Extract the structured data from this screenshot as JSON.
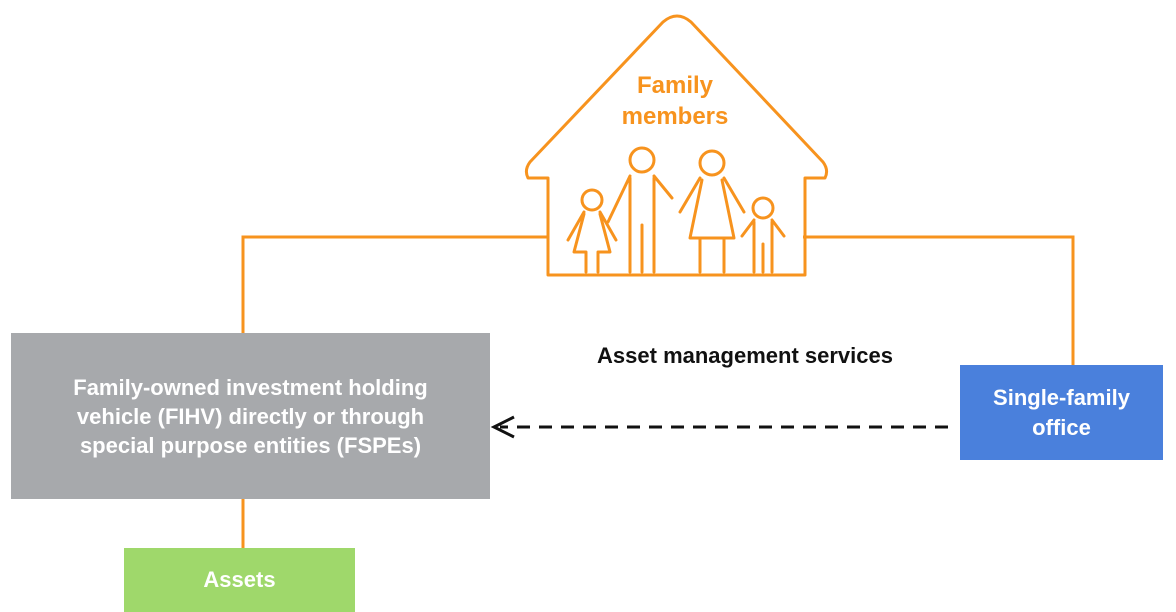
{
  "nodes": {
    "family": {
      "label": "Family members",
      "label_line1": "Family",
      "label_line2": "members",
      "color": "#f7931e"
    },
    "fihv": {
      "label": "Family-owned investment holding vehicle (FIHV) directly or through special purpose entities (FSPEs)",
      "color": "#a7a9ac"
    },
    "sfo": {
      "label": "Single-family office",
      "color": "#4a80dc"
    },
    "assets": {
      "label": "Assets",
      "color": "#9fd86b"
    }
  },
  "edges": [
    {
      "from": "family",
      "to": "fihv",
      "style": "solid",
      "color": "#f7931e"
    },
    {
      "from": "family",
      "to": "sfo",
      "style": "solid",
      "color": "#f7931e"
    },
    {
      "from": "fihv",
      "to": "assets",
      "style": "solid",
      "color": "#f7931e"
    },
    {
      "from": "sfo",
      "to": "fihv",
      "style": "dashed-arrow",
      "label": "Asset management services",
      "color": "#111111"
    }
  ]
}
